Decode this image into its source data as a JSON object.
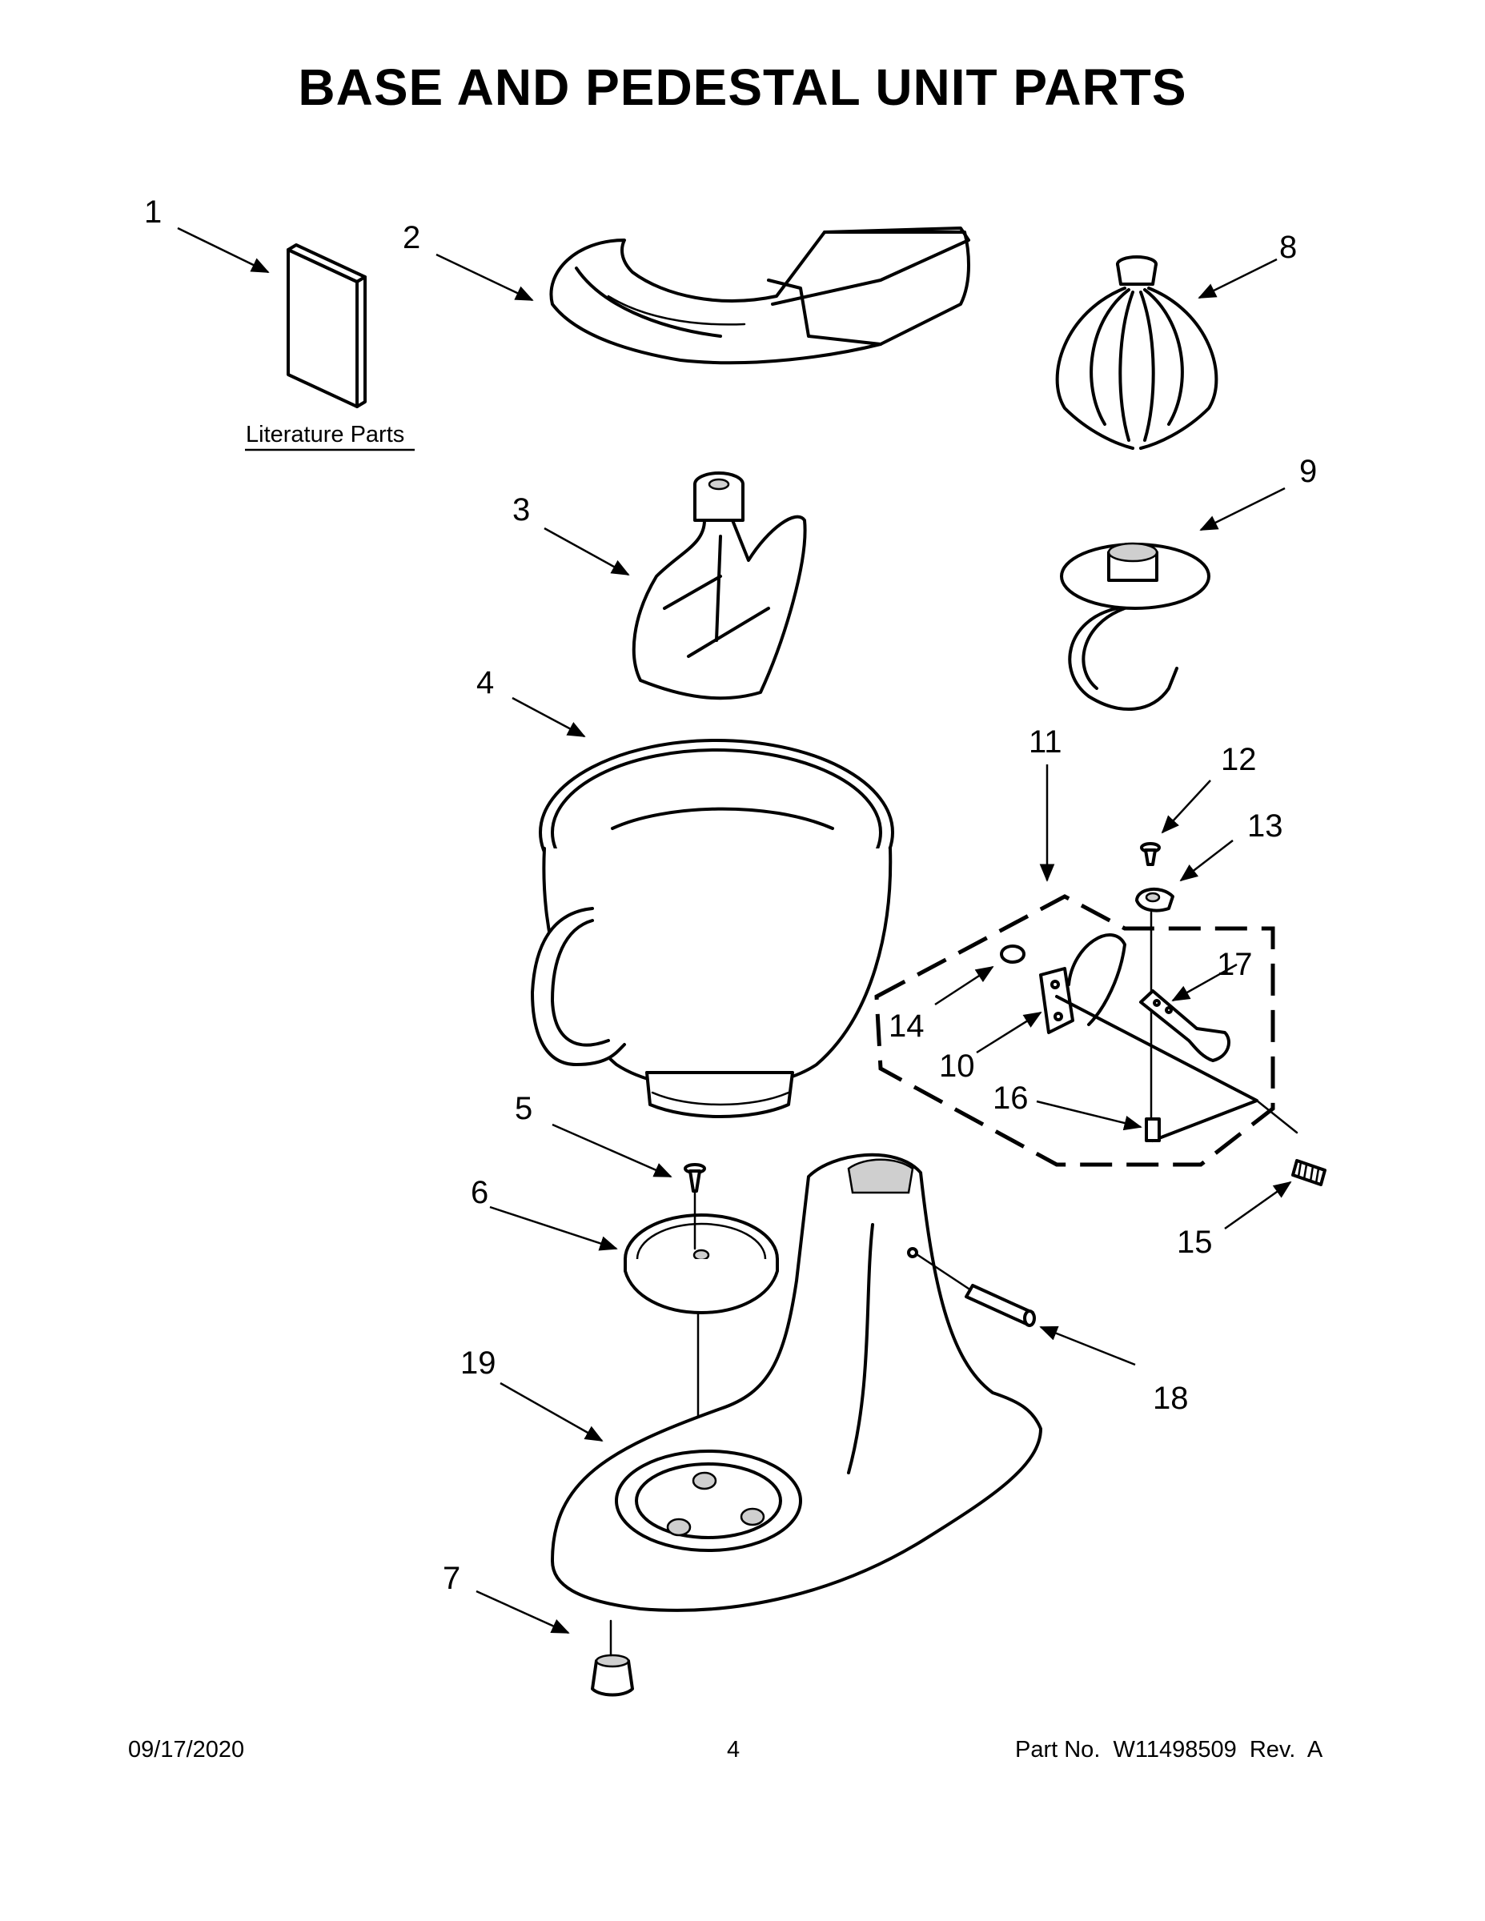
{
  "title": "BASE AND PEDESTAL UNIT PARTS",
  "literature_label": "Literature Parts",
  "callouts": [
    "1",
    "2",
    "3",
    "4",
    "5",
    "6",
    "7",
    "8",
    "9",
    "10",
    "11",
    "12",
    "13",
    "14",
    "15",
    "16",
    "17",
    "18",
    "19"
  ],
  "footer": {
    "date": "09/17/2020",
    "page": "4",
    "part_no": "Part No.  W11498509  Rev.  A"
  }
}
